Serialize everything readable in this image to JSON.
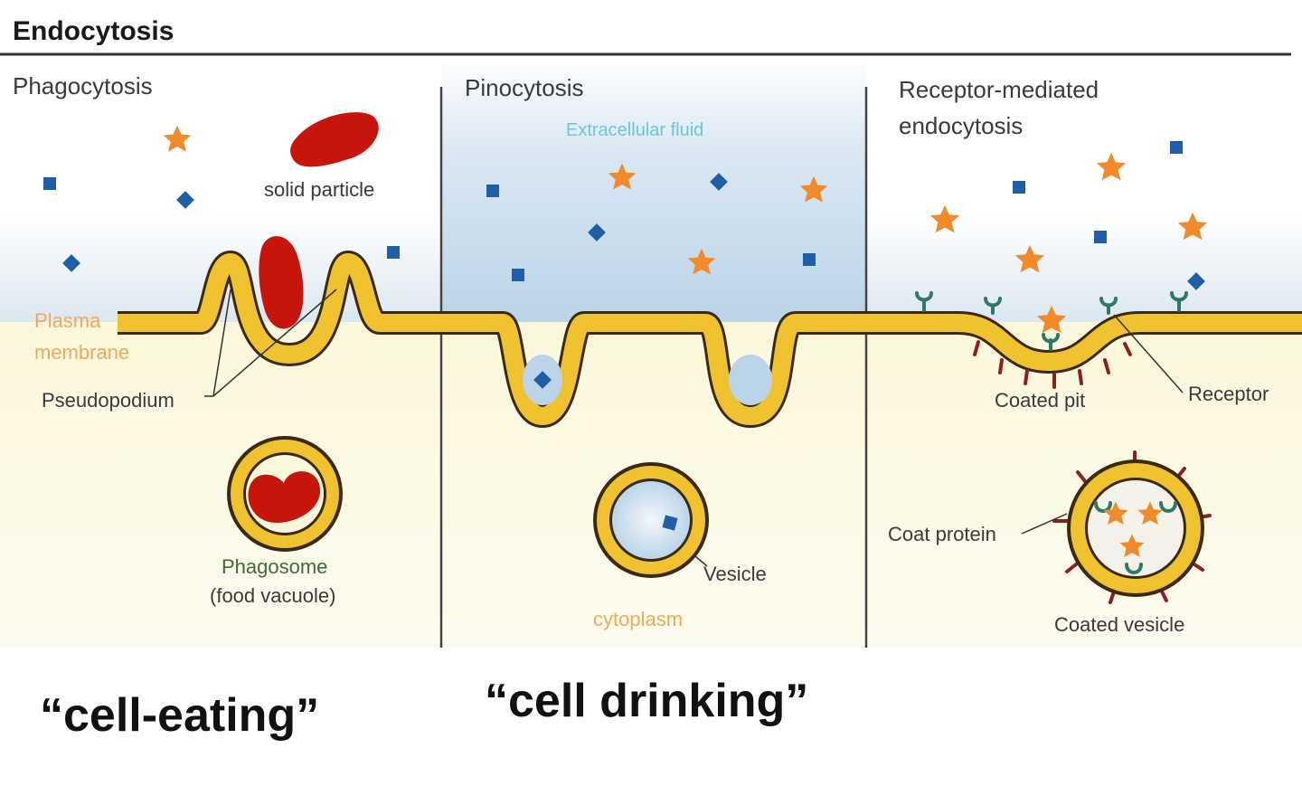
{
  "title": "Endocytosis",
  "sections": {
    "phagocytosis": {
      "heading": "Phagocytosis",
      "solid_particle": "solid particle",
      "plasma_membrane_1": "Plasma",
      "plasma_membrane_2": "membrane",
      "pseudopodium": "Pseudopodium",
      "phagosome_1": "Phagosome",
      "phagosome_2": "(food vacuole)"
    },
    "pinocytosis": {
      "heading": "Pinocytosis",
      "extracellular_fluid": "Extracellular fluid",
      "vesicle": "Vesicle",
      "cytoplasm": "cytoplasm"
    },
    "receptor_mediated": {
      "heading_1": "Receptor-mediated",
      "heading_2": "endocytosis",
      "coated_pit": "Coated pit",
      "receptor": "Receptor",
      "coat_protein": "Coat protein",
      "coated_vesicle": "Coated vesicle"
    }
  },
  "captions": {
    "cell_eating": "“cell-eating”",
    "cell_drinking": "“cell drinking”"
  },
  "colors": {
    "membrane_fill": "#f1c230",
    "membrane_edge": "#3a2a12",
    "particle": "#c8150c",
    "star": "#f08a2a",
    "molecule": "#1f5fa8",
    "receptor": "#2f7a66",
    "coat": "#8a2020",
    "extracellular": "#c9dcec",
    "cytoplasm": "#fbf6d8"
  }
}
